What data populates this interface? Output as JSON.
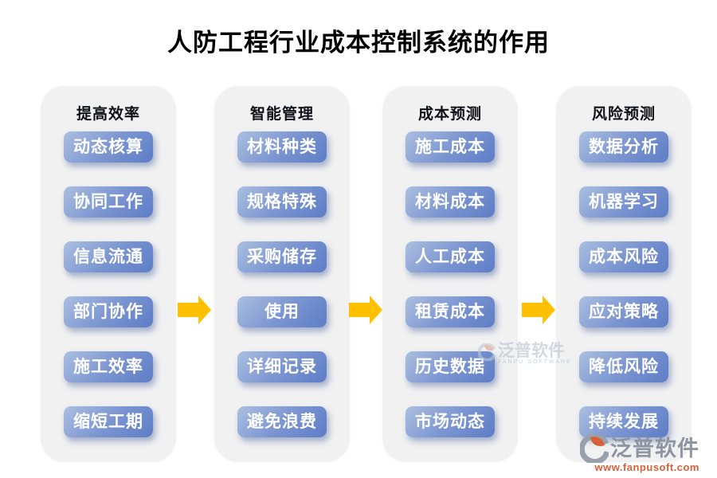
{
  "title": "人防工程行业成本控制系统的作用",
  "columns": [
    {
      "header": "提高效率",
      "items": [
        "动态核算",
        "协同工作",
        "信息流通",
        "部门协作",
        "施工效率",
        "缩短工期"
      ]
    },
    {
      "header": "智能管理",
      "items": [
        "材料种类",
        "规格特殊",
        "采购储存",
        "使用",
        "详细记录",
        "避免浪费"
      ]
    },
    {
      "header": "成本预测",
      "items": [
        "施工成本",
        "材料成本",
        "人工成本",
        "租赁成本",
        "历史数据",
        "市场动态"
      ]
    },
    {
      "header": "风险预测",
      "items": [
        "数据分析",
        "机器学习",
        "成本风险",
        "应对策略",
        "降低风险",
        "持续发展"
      ]
    }
  ],
  "watermark_center": {
    "brand": "泛普软件",
    "subtext": "FANPU SOFTWARE"
  },
  "footer_logo": {
    "brand": "泛普软件",
    "url": "www.fanpusoft.com"
  },
  "colors": {
    "arrow": "#FFC000",
    "pill_gradient_light": "#abbfe0",
    "pill_gradient_dark": "#5d7dc6",
    "panel_background": "#f1f1f2",
    "title_text": "#000000",
    "pill_text": "#ffffff",
    "logo_orange": "#d9603c",
    "logo_gray": "#8d95a3"
  }
}
